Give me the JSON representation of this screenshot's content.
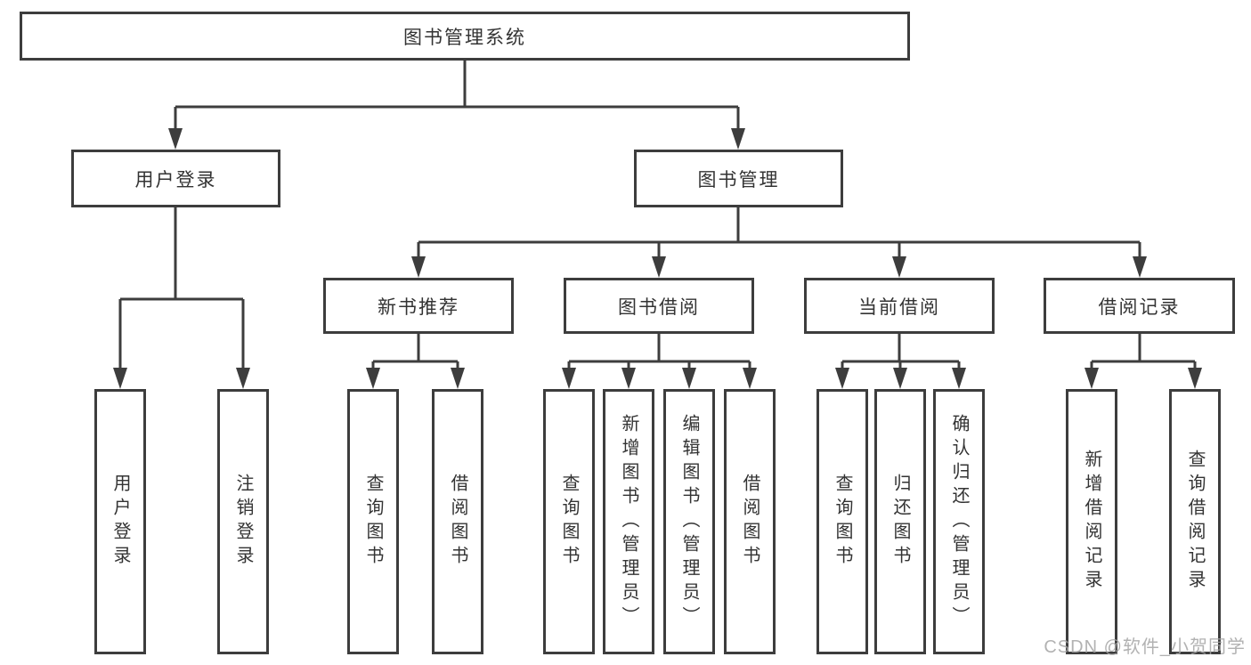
{
  "watermark": "CSDN @软件_小贺同学",
  "tree": {
    "root": {
      "label": "图书管理系统"
    },
    "level2": {
      "user_login": {
        "label": "用户登录"
      },
      "book_mgmt": {
        "label": "图书管理"
      }
    },
    "level3": {
      "new_books": {
        "label": "新书推荐"
      },
      "book_borrow": {
        "label": "图书借阅"
      },
      "current_borrow": {
        "label": "当前借阅"
      },
      "borrow_records": {
        "label": "借阅记录"
      }
    },
    "leaves": {
      "user_login_leaf": {
        "label": "用户登录"
      },
      "logout": {
        "label": "注销登录"
      },
      "query_books_newbook": {
        "label": "查询图书"
      },
      "borrow_books_newbook": {
        "label": "借阅图书"
      },
      "query_books_borrow": {
        "label": "查询图书"
      },
      "add_books_admin": {
        "label": "新增图书（管理员）"
      },
      "edit_books_admin": {
        "label": "编辑图书（管理员）"
      },
      "borrow_books_borrow": {
        "label": "借阅图书"
      },
      "query_books_current": {
        "label": "查询图书"
      },
      "return_books": {
        "label": "归还图书"
      },
      "confirm_return_admin": {
        "label": "确认归还（管理员）"
      },
      "add_borrow_record": {
        "label": "新增借阅记录"
      },
      "query_borrow_record": {
        "label": "查询借阅记录"
      }
    }
  },
  "colors": {
    "line": "#3d3d3d",
    "text": "#333333",
    "background": "#ffffff",
    "watermark": "#a5a5a5"
  }
}
